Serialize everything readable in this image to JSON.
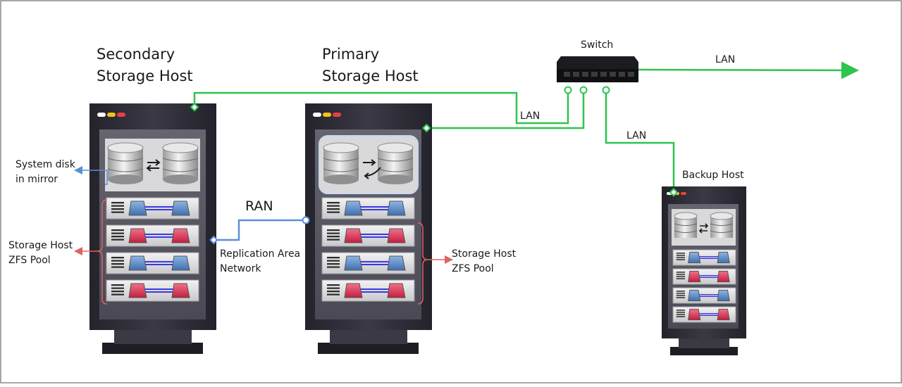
{
  "hosts": {
    "secondary": {
      "title_line1": "Secondary",
      "title_line2": "Storage Host"
    },
    "primary": {
      "title_line1": "Primary",
      "title_line2": "Storage Host"
    },
    "backup": {
      "title": "Backup Host"
    }
  },
  "switch": {
    "label": "Switch"
  },
  "links": {
    "lan_out": "LAN",
    "lan_primary": "LAN",
    "lan_backup": "LAN",
    "ran": "RAN"
  },
  "annotations": {
    "system_disk_line1": "System disk",
    "system_disk_line2": "in mirror",
    "secondary_pool_line1": "Storage Host",
    "secondary_pool_line2": "ZFS Pool",
    "replication_line1": "Replication Area",
    "replication_line2": "Network",
    "primary_pool_line1": "Storage Host",
    "primary_pool_line2": "ZFS Pool"
  },
  "colors": {
    "lan": "#2ec44e",
    "ran": "#5b8fd8",
    "pool_bracket": "#e06262",
    "rack": "#2d2c36",
    "panel": "#5a5966",
    "led_white": "#ffffff",
    "led_yellow": "#f0c419",
    "led_red": "#e84040",
    "drive_blue": "#4a7fc0",
    "drive_red": "#d8304e"
  }
}
